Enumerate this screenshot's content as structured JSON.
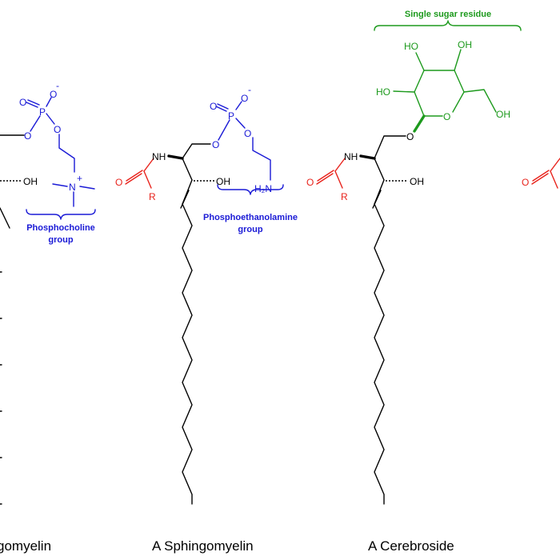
{
  "captions": {
    "left": "gomyelin",
    "middle": "A Sphingomyelin",
    "right": "A Cerebroside"
  },
  "annotations": {
    "phosphocholine_line1": "Phosphocholine",
    "phosphocholine_line2": "group",
    "phosphoethanolamine_line1": "Phosphoethanolamine",
    "phosphoethanolamine_line2": "group",
    "sugar": "Single sugar residue"
  },
  "atoms": {
    "o": "O",
    "o_minus": "O",
    "minus": "-",
    "p": "P",
    "oh": "OH",
    "ho": "HO",
    "nh": "NH",
    "n": "N",
    "plus": "+",
    "r": "R",
    "h2n": "H₂N"
  },
  "colors": {
    "phosphate": "#1a1ad6",
    "acyl": "#e8231c",
    "sugar": "#1d9a1d",
    "backbone": "#000000"
  }
}
